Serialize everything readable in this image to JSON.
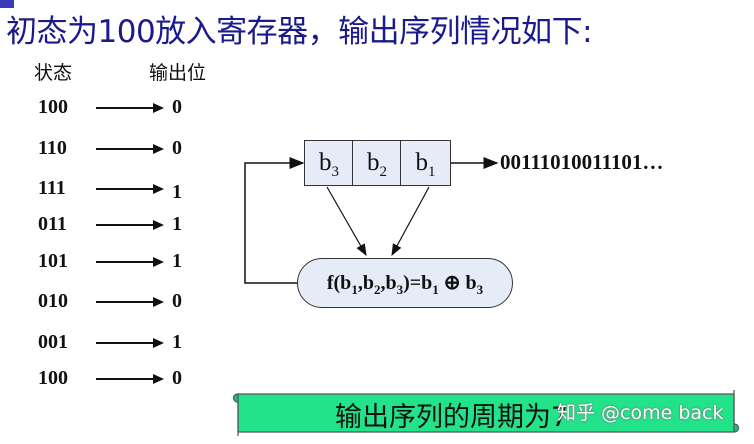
{
  "title": "初态为100放入寄存器，输出序列情况如下:",
  "headers": {
    "state": "状态",
    "output": "输出位"
  },
  "rows": [
    {
      "state": "100",
      "bit": "0"
    },
    {
      "state": "110",
      "bit": "0"
    },
    {
      "state": "111",
      "bit": "1"
    },
    {
      "state": "011",
      "bit": "1"
    },
    {
      "state": "101",
      "bit": "1"
    },
    {
      "state": "010",
      "bit": "0"
    },
    {
      "state": "001",
      "bit": "1"
    },
    {
      "state": "100",
      "bit": "0"
    }
  ],
  "register": {
    "cells": [
      {
        "base": "b",
        "sub": "3"
      },
      {
        "base": "b",
        "sub": "2"
      },
      {
        "base": "b",
        "sub": "1"
      }
    ]
  },
  "output_sequence": "00111010011101…",
  "feedback_function": {
    "prefix": "f(b",
    "s1": "1",
    "m1": ",b",
    "s2": "2",
    "m2": ",b",
    "s3": "3",
    "eq": ")=b",
    "s4": "1",
    "op": " ⊕ b",
    "s5": "3"
  },
  "banner": {
    "text": "输出序列的周期为7"
  },
  "watermark": "知乎 @come back",
  "colors": {
    "title": "#1a1a8c",
    "register_fill": "#e6ecf7",
    "banner_fill": "#22e38a",
    "accent": "#3a3ab8"
  }
}
